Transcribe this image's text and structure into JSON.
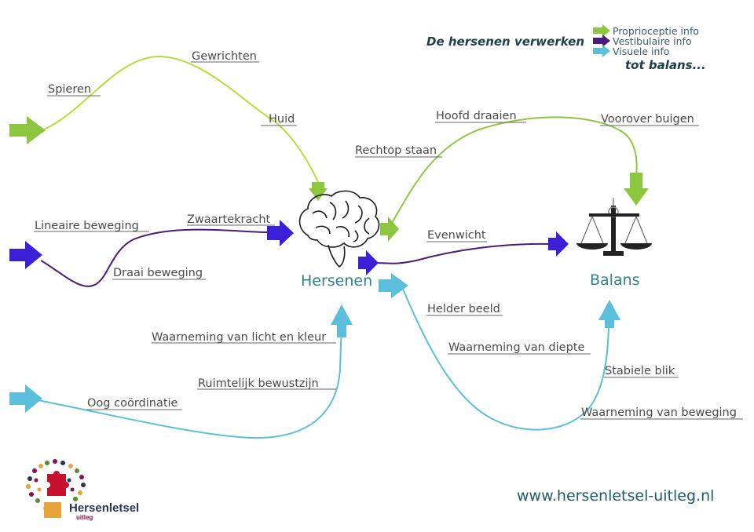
{
  "header": {
    "title_line1": "De hersenen verwerken",
    "title_line2": "tot balans..."
  },
  "legend": [
    {
      "label": "Proprioceptie info",
      "color": "#8cc63f"
    },
    {
      "label": "Vestibulaire info",
      "color": "#4b1b7a"
    },
    {
      "label": "Visuele info",
      "color": "#5bbfdc"
    }
  ],
  "nodes": {
    "brain": {
      "label": "Hersenen",
      "icon": "brain-icon"
    },
    "balance": {
      "label": "Balans",
      "icon": "scale-icon"
    }
  },
  "inputs": {
    "proprioceptie": [
      "Spieren",
      "Gewrichten",
      "Huid"
    ],
    "vestibulair": [
      "Lineaire beweging",
      "Zwaartekracht",
      "Draai beweging"
    ],
    "visueel": [
      "Waarneming van licht en kleur",
      "Ruimtelijk bewustzijn",
      "Oog coördinatie"
    ]
  },
  "outputs": {
    "proprioceptie": [
      "Rechtop staan",
      "Hoofd draaien",
      "Voorover buigen"
    ],
    "vestibulair": [
      "Evenwicht"
    ],
    "visueel": [
      "Helder beeld",
      "Waarneming van diepte",
      "Stabiele blik",
      "Waarneming van beweging"
    ]
  },
  "colors": {
    "proprioceptie": "#8cc63f",
    "vestibulair": "#4b1b7a",
    "vestibulair_arrow": "#3a1fd6",
    "visueel": "#5bbfdc",
    "label_text": "#4a4a4a",
    "node_text": "#2f7f8f"
  },
  "footer": {
    "url": "www.hersenletsel-uitleg.nl",
    "logo_name": "Hersenletsel",
    "logo_sub": "uitleg"
  }
}
